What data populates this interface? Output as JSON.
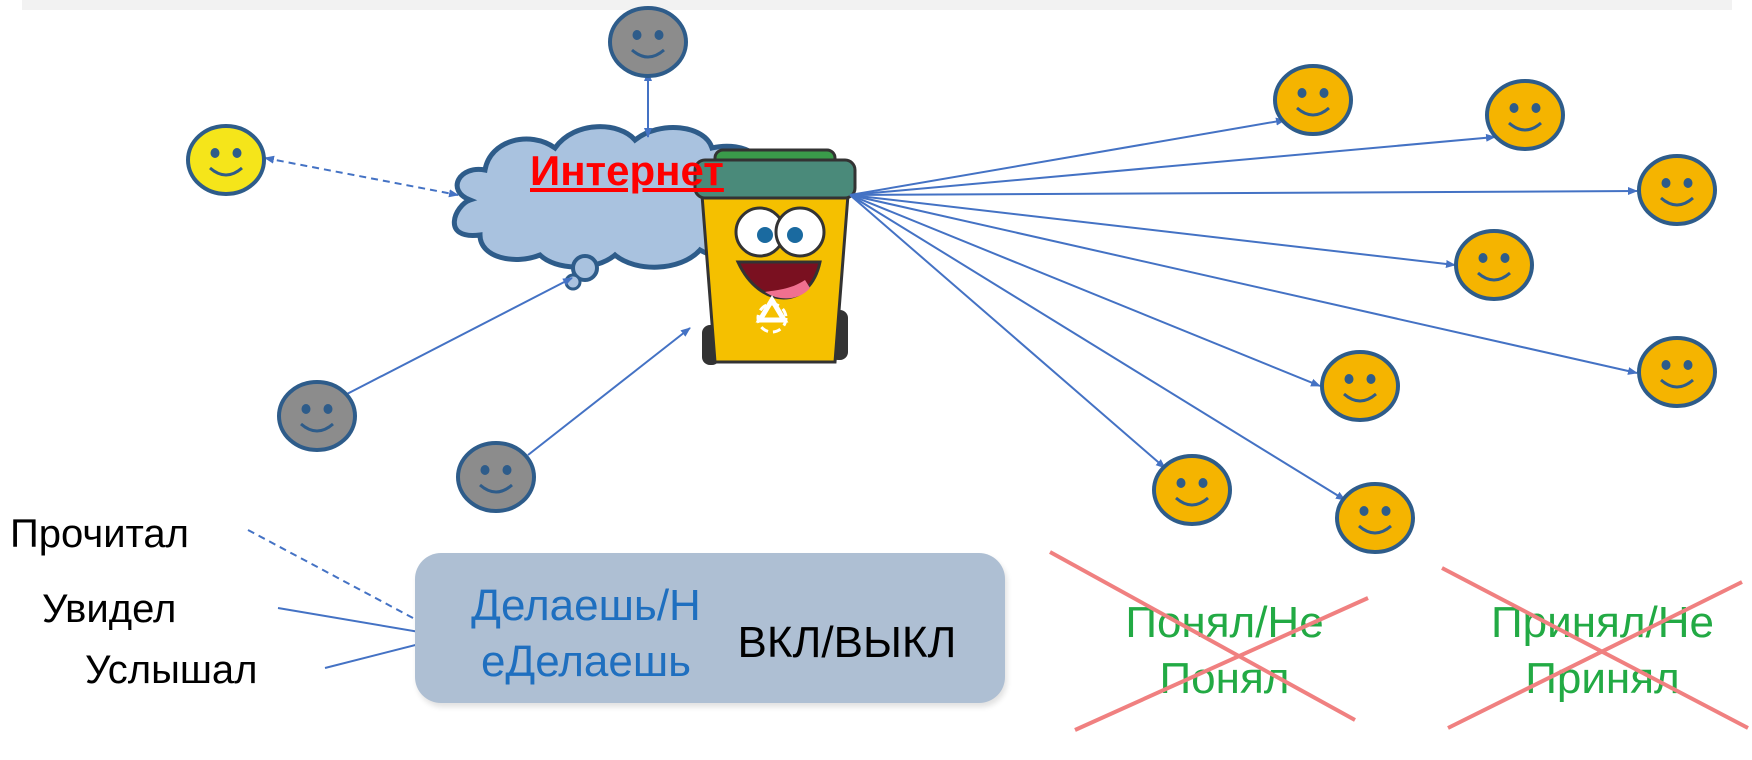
{
  "internet": {
    "label": "Интернет"
  },
  "inputs": {
    "read": "Прочитал",
    "saw": "Увидел",
    "heard": "Услышал"
  },
  "action_box": {
    "do_label": "Делаешь/НеДелаешь",
    "switch_label": "ВКЛ/ВЫКЛ"
  },
  "outcomes": {
    "understood": "Понял/НеПонял",
    "accepted": "Принял/НеПринял",
    "status": "crossed-out"
  },
  "colors": {
    "arrow": "#4472c4",
    "smiley_gray": "#8c8c8c",
    "smiley_yellow": "#f5e51a",
    "smiley_orange": "#f5b400",
    "smiley_outline": "#2e5c8a",
    "cloud_fill": "#a9c2df",
    "cloud_outline": "#2e5c8a",
    "internet_text": "#ff0000",
    "action_box": "#aebfd3",
    "action_text": "#1f6fbf",
    "outcome_text": "#22aa44",
    "cross": "#f08080"
  },
  "icons": {
    "smiley": "smiley-face-icon",
    "trash_bin": "trash-bin-mascot-icon",
    "recycle": "recycle-icon"
  }
}
